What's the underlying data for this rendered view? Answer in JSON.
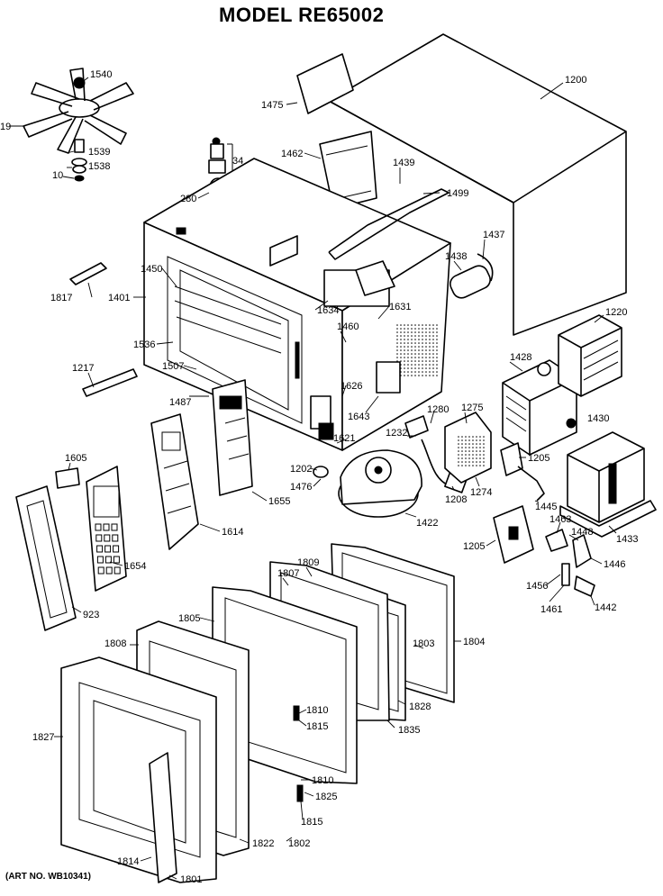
{
  "title": "MODEL RE65002",
  "art_number": "(ART NO. WB10341)",
  "part_labels": {
    "p1200": "1200",
    "p1475": "1475",
    "p1540": "1540",
    "p19": "19",
    "p1539": "1539",
    "p1538": "1538",
    "p10": "10",
    "p34": "34",
    "p280": "280",
    "p1462": "1462",
    "p1439": "1439",
    "p1499": "1499",
    "p1437": "1437",
    "p1438": "1438",
    "p1220": "1220",
    "p1817": "1817",
    "p1450": "1450",
    "p1401": "1401",
    "p1634": "1634",
    "p1460": "1460",
    "p1631": "1631",
    "p1536": "1536",
    "p1507": "1507",
    "p1217": "1217",
    "p1487": "1487",
    "p1626": "1626",
    "p1643": "1643",
    "p1428": "1428",
    "p1430": "1430",
    "p1621": "1621",
    "p1232": "1232",
    "p1280": "1280",
    "p1275": "1275",
    "p1202": "1202",
    "p1476": "1476",
    "p1208": "1208",
    "p1274": "1274",
    "p1205a": "1205",
    "p1445": "1445",
    "p1433": "1433",
    "p1605": "1605",
    "p1614": "1614",
    "p1655": "1655",
    "p1422": "1422",
    "p1463": "1463",
    "p1448": "1448",
    "p1205b": "1205",
    "p1446": "1446",
    "p1654": "1654",
    "p1456": "1456",
    "p1461": "1461",
    "p1442": "1442",
    "p923": "923",
    "p1807": "1807",
    "p1809": "1809",
    "p1805": "1805",
    "p1803": "1803",
    "p1804": "1804",
    "p1808": "1808",
    "p1828": "1828",
    "p1810a": "1810",
    "p1815a": "1815",
    "p1835": "1835",
    "p1827": "1827",
    "p1810b": "1810",
    "p1825": "1825",
    "p1815b": "1815",
    "p1822": "1822",
    "p1802": "1802",
    "p1814": "1814",
    "p1801": "1801"
  }
}
